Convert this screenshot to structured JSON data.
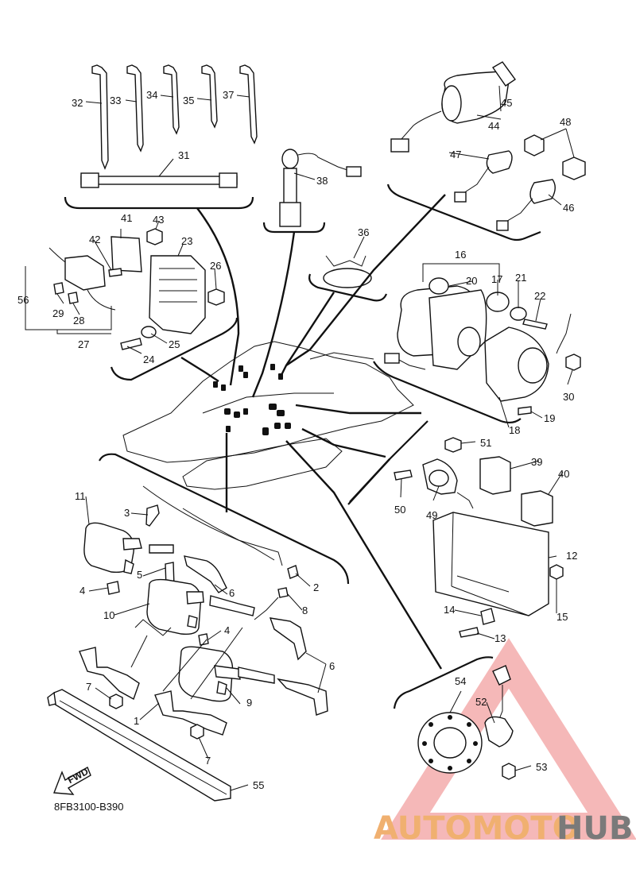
{
  "diagram": {
    "code": "8FB3100-B390",
    "fwd_label": "FWD",
    "watermark": {
      "part_a": "AUTOMOTO",
      "part_b": "HUB",
      "accent": "#f0b070",
      "triangle": "#f2a0a0",
      "dark": "#7a7a7a"
    },
    "callouts": {
      "c1": "1",
      "c2": "2",
      "c3": "3",
      "c4a": "4",
      "c4b": "4",
      "c5": "5",
      "c6a": "6",
      "c6b": "6",
      "c7a": "7",
      "c7b": "7",
      "c8": "8",
      "c9": "9",
      "c10": "10",
      "c11": "11",
      "c12": "12",
      "c13": "13",
      "c14": "14",
      "c15": "15",
      "c16": "16",
      "c17": "17",
      "c18": "18",
      "c19": "19",
      "c20": "20",
      "c21": "21",
      "c22": "22",
      "c23": "23",
      "c24": "24",
      "c25": "25",
      "c26": "26",
      "c27": "27",
      "c28": "28",
      "c29": "29",
      "c30": "30",
      "c31": "31",
      "c32": "32",
      "c33": "33",
      "c34": "34",
      "c35": "35",
      "c36": "36",
      "c37": "37",
      "c38": "38",
      "c39": "39",
      "c40": "40",
      "c41": "41",
      "c42": "42",
      "c43": "43",
      "c44": "44",
      "c45": "45",
      "c46": "46",
      "c47": "47",
      "c48": "48",
      "c49": "49",
      "c50": "50",
      "c51": "51",
      "c52": "52",
      "c53": "53",
      "c54": "54",
      "c55": "55",
      "c56": "56"
    }
  }
}
